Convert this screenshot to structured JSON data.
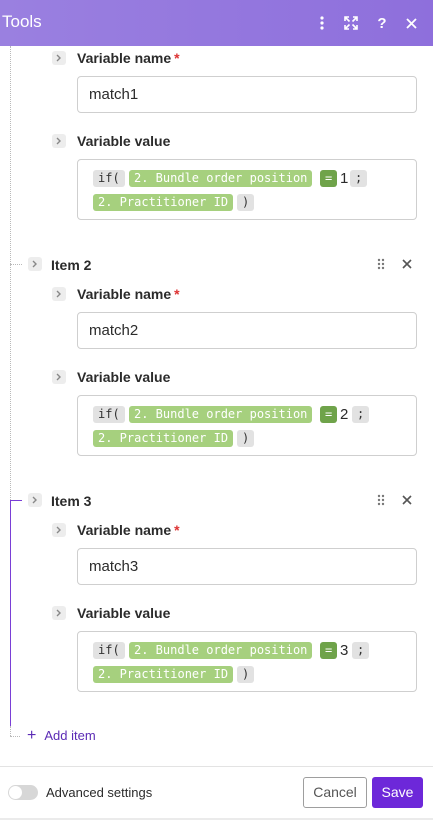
{
  "header": {
    "title": "Tools",
    "icons": [
      "more-vertical-icon",
      "expand-icon",
      "help-icon",
      "close-icon"
    ],
    "help_glyph": "?"
  },
  "colors": {
    "header": "#9077de",
    "accent": "#6d28d9",
    "token_var": "#a6d07e",
    "token_op": "#6fa34a",
    "token_fn": "#e2e2e2",
    "required": "#dd3333"
  },
  "form": {
    "name_label": "Variable name",
    "required_mark": "*",
    "value_label": "Variable value",
    "items": [
      {
        "title": "",
        "name_value": "match1",
        "expr": {
          "fn": "if(",
          "var1": "2. Bundle order position",
          "op": "=",
          "num": "1",
          "sep": ";",
          "var2": "2. Practitioner ID",
          "close": ")"
        }
      },
      {
        "title": "Item 2",
        "name_value": "match2",
        "expr": {
          "fn": "if(",
          "var1": "2. Bundle order position",
          "op": "=",
          "num": "2",
          "sep": ";",
          "var2": "2. Practitioner ID",
          "close": ")"
        }
      },
      {
        "title": "Item 3",
        "name_value": "match3",
        "expr": {
          "fn": "if(",
          "var1": "2. Bundle order position",
          "op": "=",
          "num": "3",
          "sep": ";",
          "var2": "2. Practitioner ID",
          "close": ")"
        }
      }
    ],
    "add_item_label": "Add item",
    "add_item_glyph": "+"
  },
  "footer": {
    "advanced_label": "Advanced settings",
    "advanced_on": false,
    "cancel_label": "Cancel",
    "save_label": "Save"
  }
}
